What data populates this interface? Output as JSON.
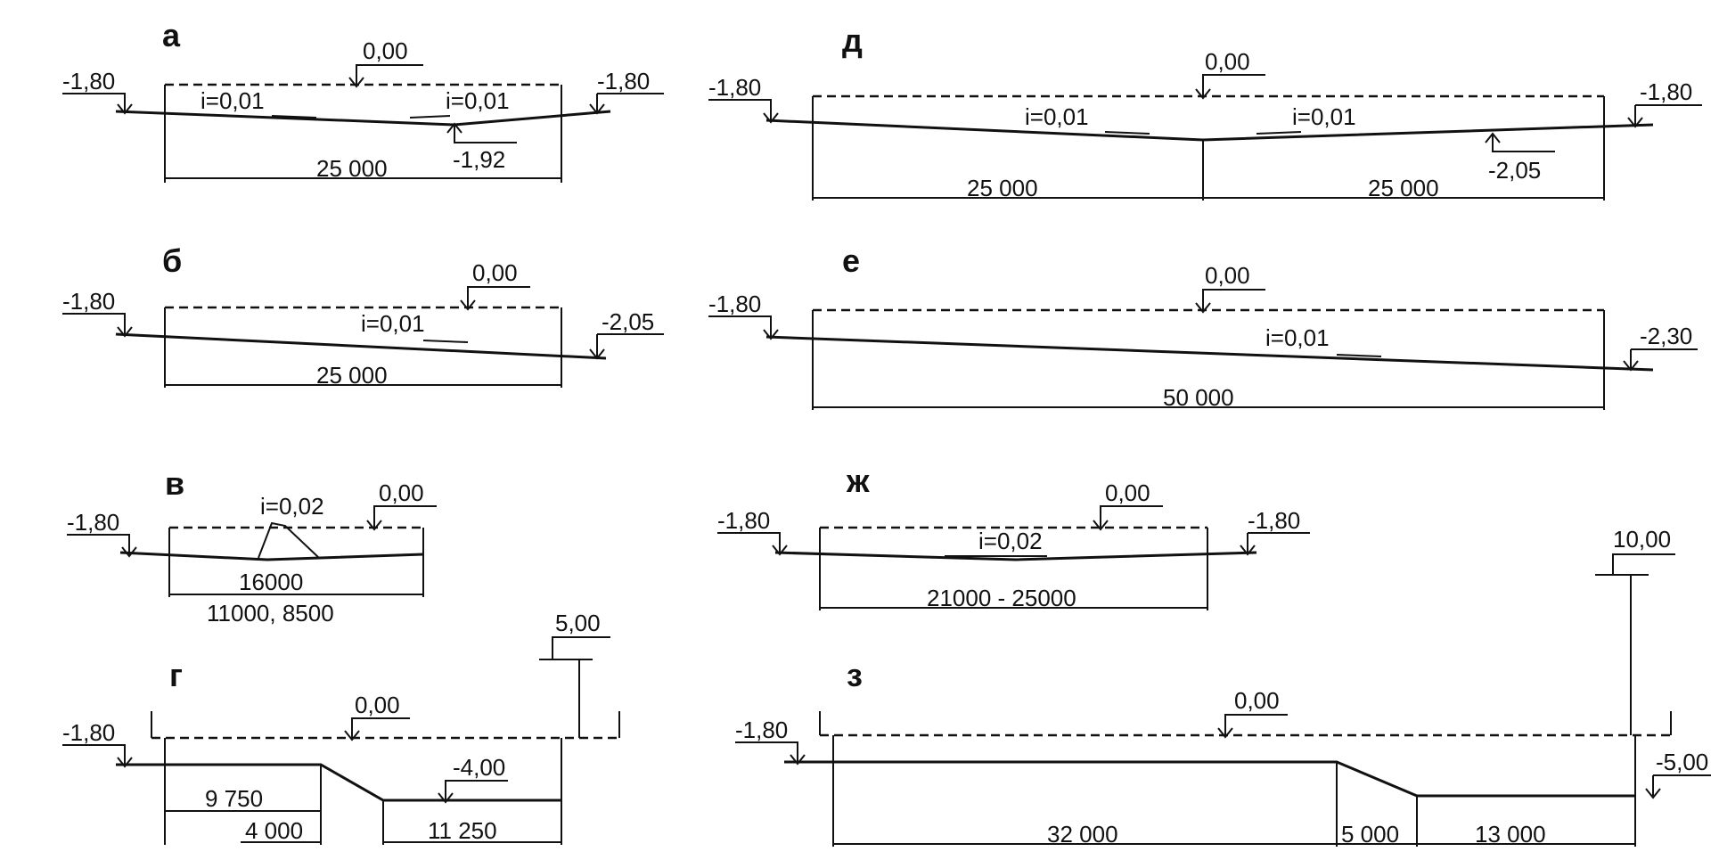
{
  "panels": {
    "a": {
      "letter": "а",
      "level_zero": "0,00",
      "level_left": "-1,80",
      "level_right": "-1,80",
      "level_low": "-1,92",
      "slope_left": "i=0,01",
      "slope_right": "i=0,01",
      "dim_total": "25 000"
    },
    "b": {
      "letter": "б",
      "level_zero": "0,00",
      "level_left": "-1,80",
      "level_right": "-2,05",
      "slope": "i=0,01",
      "dim_total": "25 000"
    },
    "v": {
      "letter": "в",
      "level_zero": "0,00",
      "level_left": "-1,80",
      "slope": "i=0,02",
      "dim_total": "16000",
      "dim_alt": "11000, 8500"
    },
    "g": {
      "letter": "г",
      "level_zero": "0,00",
      "level_left": "-1,80",
      "level_pit": "-4,00",
      "level_top": "5,00",
      "dim_1": "9 750",
      "dim_2": "4 000",
      "dim_3": "11 250"
    },
    "d": {
      "letter": "д",
      "level_zero": "0,00",
      "level_left": "-1,80",
      "level_right": "-1,80",
      "level_low": "-2,05",
      "slope_left": "i=0,01",
      "slope_right": "i=0,01",
      "dim_left": "25 000",
      "dim_right": "25 000"
    },
    "e": {
      "letter": "е",
      "level_zero": "0,00",
      "level_left": "-1,80",
      "level_right": "-2,30",
      "slope": "i=0,01",
      "dim_total": "50 000"
    },
    "zh": {
      "letter": "ж",
      "level_zero": "0,00",
      "level_left": "-1,80",
      "level_right": "-1,80",
      "slope": "i=0,02",
      "dim_total": "21000 - 25000"
    },
    "z": {
      "letter": "з",
      "level_zero": "0,00",
      "level_left": "-1,80",
      "level_pit": "-5,00",
      "level_top": "10,00",
      "dim_1": "32 000",
      "dim_2": "5 000",
      "dim_3": "13 000"
    }
  }
}
